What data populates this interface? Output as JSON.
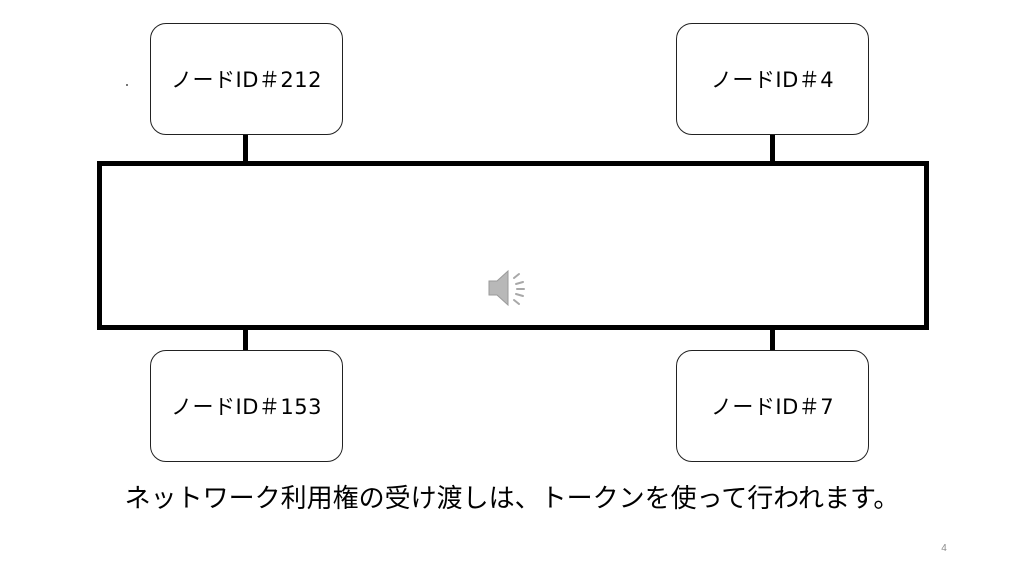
{
  "nodes": {
    "top_left": "ノードID＃212",
    "top_right": "ノードID＃4",
    "bottom_left": "ノードID＃153",
    "bottom_right": "ノードID＃7"
  },
  "caption": "ネットワーク利用権の受け渡しは、トークンを使って行われます。",
  "page_number": "4",
  "icons": {
    "audio": "speaker-icon"
  },
  "colors": {
    "line": "#000000",
    "speaker": "#b0b0b0",
    "page_number": "#8a8a8a"
  }
}
